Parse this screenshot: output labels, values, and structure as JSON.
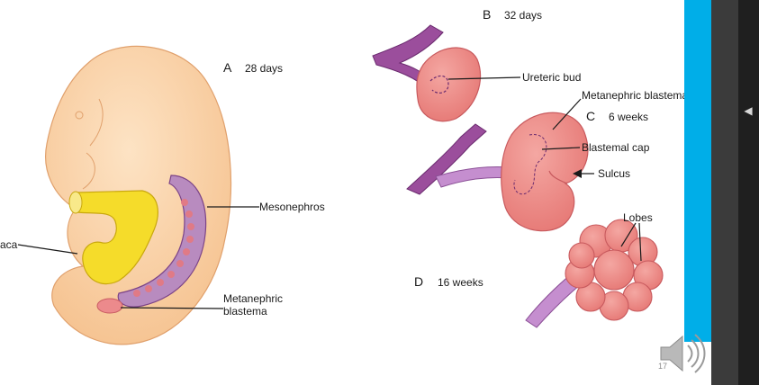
{
  "slide": {
    "number": "17",
    "accent_color": "#00aee8"
  },
  "panels": {
    "a": {
      "letter": "A",
      "age": "28 days"
    },
    "b": {
      "letter": "B",
      "age": "32 days"
    },
    "c": {
      "letter": "C",
      "age": "6 weeks"
    },
    "d": {
      "letter": "D",
      "age": "16 weeks"
    }
  },
  "labels": {
    "cloaca": "aca",
    "mesonephros": "Mesonephros",
    "metanephric_blastema_a_line1": "Metanephric",
    "metanephric_blastema_a_line2": "blastema",
    "ureteric_bud": "Ureteric bud",
    "metanephric_blastema_c": "Metanephric blastema",
    "blastemal_cap": "Blastemal cap",
    "sulcus": "Sulcus",
    "lobes": "Lobes"
  },
  "colors": {
    "embryo": "#f8cfa3",
    "kidney": "#ee8a86",
    "ureter": "#9b4e9c",
    "cloaca": "#f5dc2a"
  },
  "icons": {
    "collapse": "chevron-left-icon",
    "audio": "speaker-icon"
  }
}
